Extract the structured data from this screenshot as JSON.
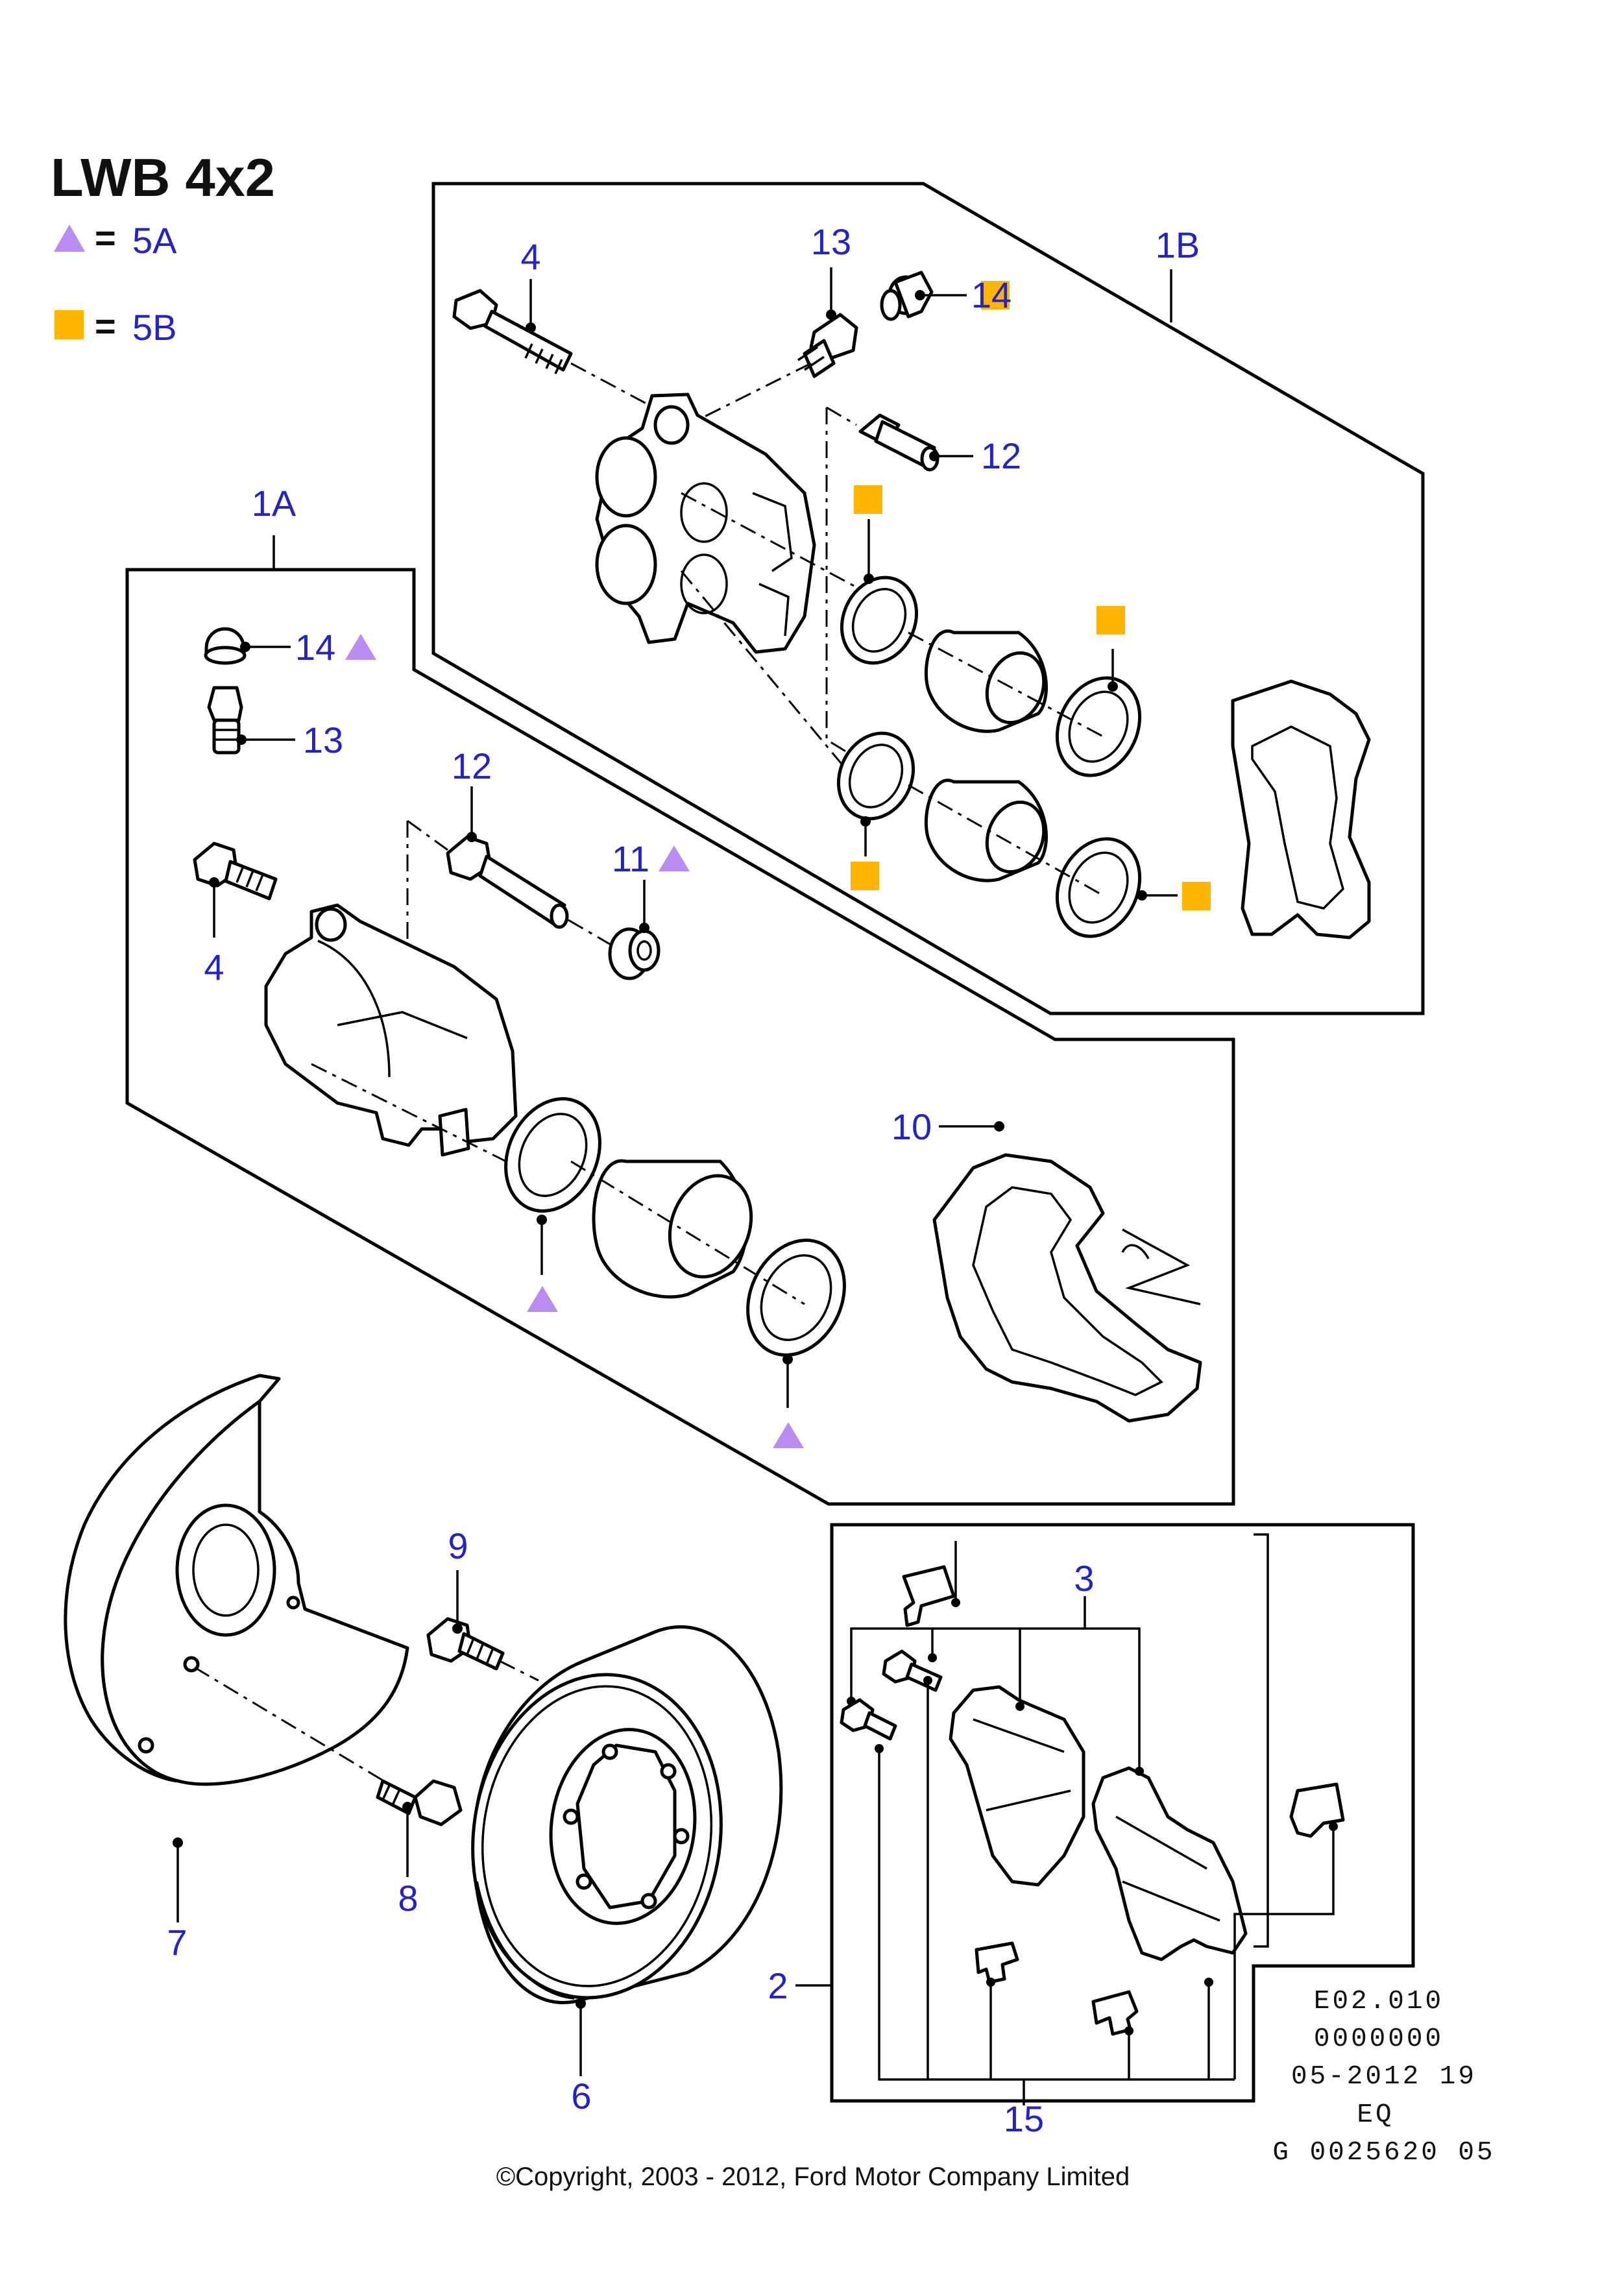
{
  "title": "LWB 4x2",
  "legend": [
    {
      "symbol": "triangle-icon",
      "color": "#b88cf0",
      "equals": "=",
      "value": "5A"
    },
    {
      "symbol": "square-icon",
      "color": "#ffb400",
      "equals": "=",
      "value": "5B"
    }
  ],
  "callouts": {
    "group_1A": "1A",
    "group_1B": "1B",
    "p2": "2",
    "p3": "3",
    "p4_1B": "4",
    "p4_1A": "4",
    "p6": "6",
    "p7": "7",
    "p8": "8",
    "p9": "9",
    "p10": "10",
    "p11": "11",
    "p12_1B": "12",
    "p12_1A": "12",
    "p13_1B": "13",
    "p13_1A": "13",
    "p14_1B": "14",
    "p14_1A": "14",
    "p15": "15"
  },
  "reference_block": [
    "E02.010",
    "0000000",
    "05-2012 19",
    "EQ",
    "G 0025620 05"
  ],
  "copyright": "©Copyright, 2003 - 2012, Ford Motor Company Limited",
  "colors": {
    "triangle": "#b88cf0",
    "square": "#ffb400",
    "callout_text": "#2323c8"
  }
}
